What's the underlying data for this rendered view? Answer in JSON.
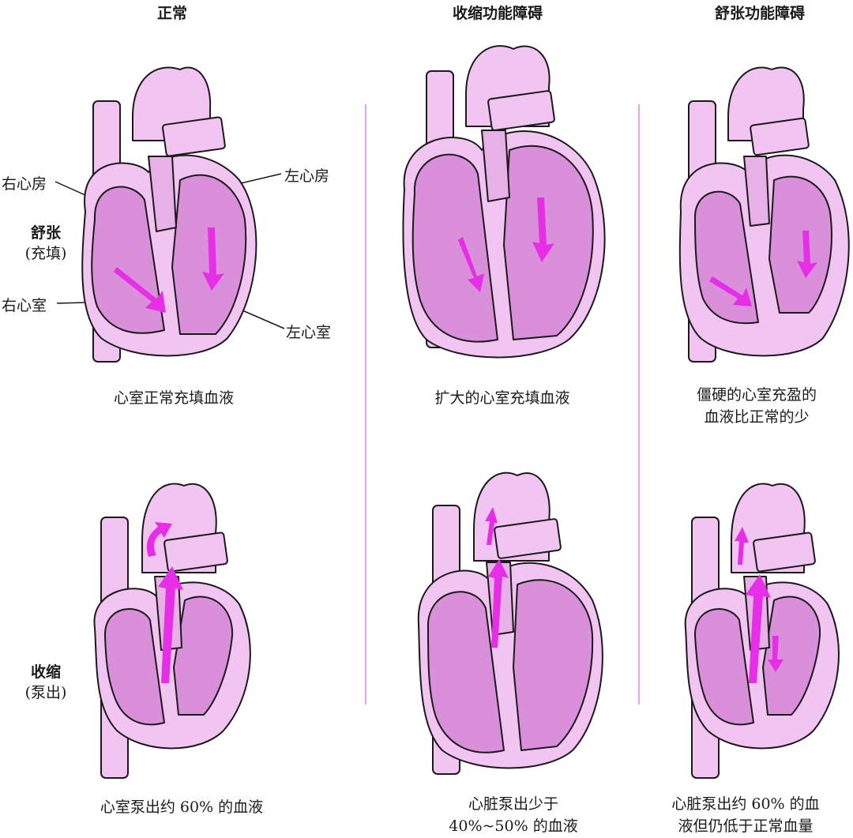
{
  "columns": [
    {
      "title": "正常"
    },
    {
      "title": "收缩功能障碍"
    },
    {
      "title": "舒张功能障碍"
    }
  ],
  "rows": [
    {
      "label": "舒张",
      "sublabel": "(充填)"
    },
    {
      "label": "收缩",
      "sublabel": "(泵出)"
    }
  ],
  "parts": {
    "right_atrium": "右心房",
    "left_atrium": "左心房",
    "right_ventricle": "右心室",
    "left_ventricle": "左心室"
  },
  "captions": {
    "normal_diastole": "心室正常充填血液",
    "systolic_diastole": "扩大的心室充填血液",
    "diastolic_diastole": [
      "僵硬的心室充盈的",
      "血液比正常的少"
    ],
    "normal_systole": "心室泵出约 60% 的血液",
    "systolic_systole": [
      "心脏泵出少于",
      "40%~50% 的血液"
    ],
    "diastolic_systole": [
      "心脏泵出约 60% 的血",
      "液但仍低于正常血量"
    ]
  },
  "colors": {
    "outline": "#1a1a1a",
    "tissue": "#f2c4f2",
    "chamber": "#d98fd9",
    "arrow": "#e62ee6",
    "divider": "#e6a3e6"
  }
}
